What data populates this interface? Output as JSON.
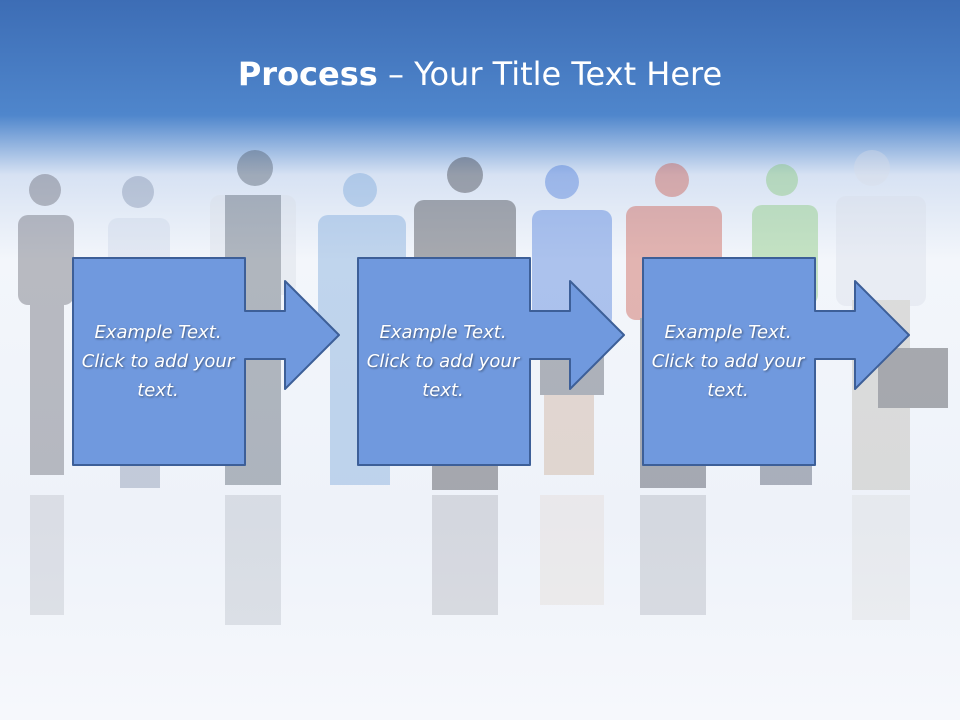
{
  "slide": {
    "title_bold": "Process",
    "title_rest": " – Your Title Text Here",
    "colors": {
      "header_blue": "#4a7cc4",
      "box_fill": "#7099de",
      "box_stroke": "#3d5f98",
      "text": "#ffffff"
    },
    "steps": [
      {
        "text": "Example Text. Click to add your text."
      },
      {
        "text": "Example Text. Click to add your text."
      },
      {
        "text": "Example Text. Click to add your text."
      }
    ],
    "photo_description_icon": "group-of-workers-photo"
  }
}
